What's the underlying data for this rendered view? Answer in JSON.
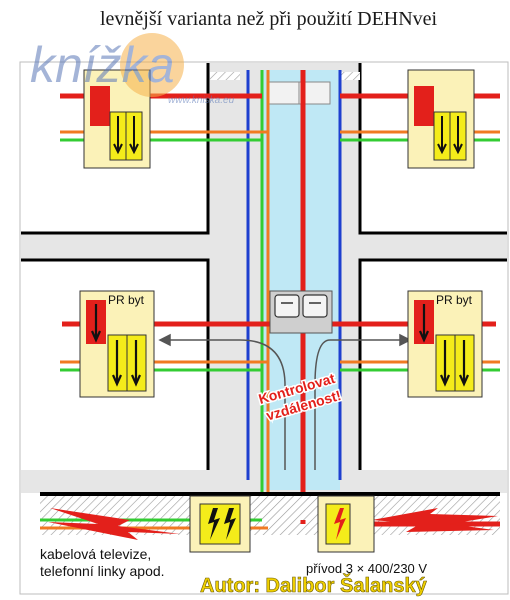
{
  "header": {
    "text": "levnější varianta než při použití DEHNvei"
  },
  "watermark": {
    "logo": "knížka",
    "url": "www.kniska.eu"
  },
  "labels": {
    "pr_left": "PR byt",
    "pr_right": "PR byt",
    "warning_line1": "Kontrolovat",
    "warning_line2": "vzdálenost!",
    "bottom_left_line1": "kabelová televize,",
    "bottom_left_line2": "telefonní linky apod.",
    "bottom_right": "přívod 3 × 400/230 V",
    "author": "Autor: Dalibor Šalanský"
  },
  "colors": {
    "red": "#e3201b",
    "orange": "#f07a22",
    "green": "#33cc33",
    "blue": "#1d3fcf",
    "yellow": "#f4ec1a",
    "cream": "#fbf2b8",
    "shaft": "#bfe8f5",
    "floor": "#e6e6e6",
    "author": "#f0d000"
  }
}
